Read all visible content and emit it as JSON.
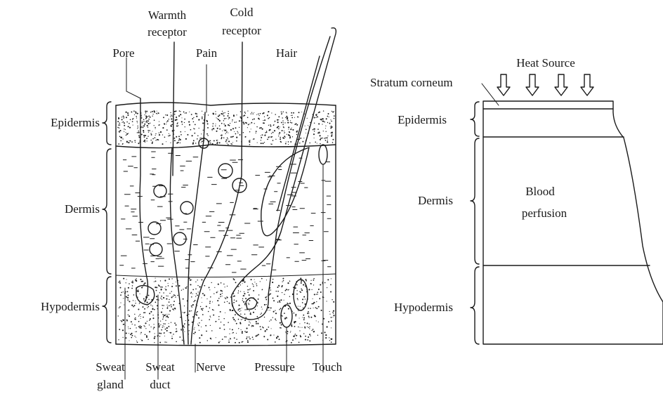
{
  "left_panel": {
    "labels": {
      "pore": "Pore",
      "warmth_receptor_line1": "Warmth",
      "warmth_receptor_line2": "receptor",
      "pain": "Pain",
      "cold_receptor_line1": "Cold",
      "cold_receptor_line2": "receptor",
      "hair": "Hair",
      "epidermis": "Epidermis",
      "dermis": "Dermis",
      "hypodermis": "Hypodermis",
      "sweat_gland_line1": "Sweat",
      "sweat_gland_line2": "gland",
      "sweat_duct_line1": "Sweat",
      "sweat_duct_line2": "duct",
      "nerve": "Nerve",
      "pressure": "Pressure",
      "touch": "Touch"
    }
  },
  "right_panel": {
    "labels": {
      "heat_source": "Heat Source",
      "stratum_corneum": "Stratum corneum",
      "epidermis": "Epidermis",
      "dermis": "Dermis",
      "blood_perfusion_line1": "Blood",
      "blood_perfusion_line2": "perfusion",
      "hypodermis": "Hypodermis"
    }
  },
  "colors": {
    "ink": "#1a1a1a",
    "background": "#ffffff"
  }
}
